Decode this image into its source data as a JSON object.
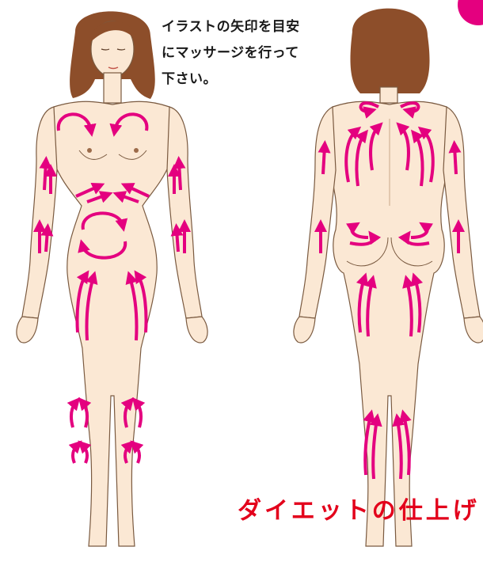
{
  "instructions": {
    "lines": [
      "イラストの矢印を目安",
      "にマッサージを行って",
      "下さい。"
    ]
  },
  "title": "ダイエットの仕上げ",
  "colors": {
    "arrow": "#e4007f",
    "skin": "#fbe8d4",
    "outline": "#7a5a40",
    "hair": "#8d4e2a",
    "title": "#e3001b",
    "text": "#1a1a1a"
  },
  "figures": {
    "front_icon": "woman-front-body-icon",
    "back_icon": "woman-back-body-icon",
    "arrow_icon": "massage-arrow-icon"
  }
}
